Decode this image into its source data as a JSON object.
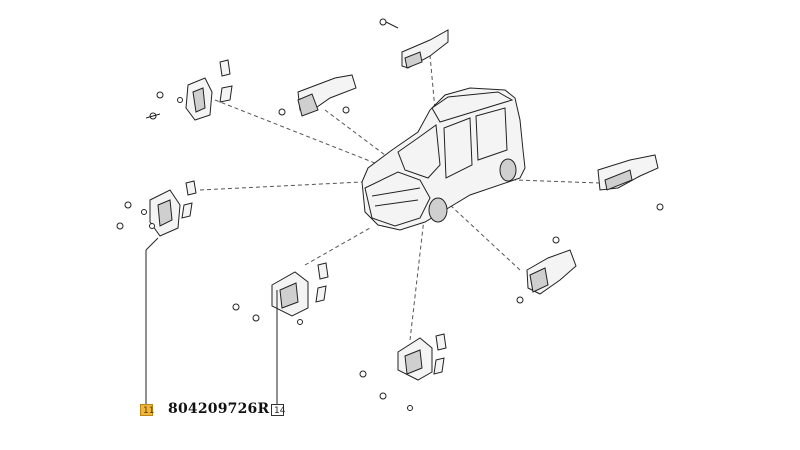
{
  "callouts": {
    "label_11": "11",
    "label_14": "14",
    "part_number": "804209726R"
  },
  "colors": {
    "highlight_fill": "#f2b63a",
    "line_color": "#222222"
  },
  "icons": {
    "vehicle": "van-icon",
    "hinge": "door-hinge-icon",
    "bolt": "bolt-icon",
    "bracket": "bracket-icon"
  }
}
